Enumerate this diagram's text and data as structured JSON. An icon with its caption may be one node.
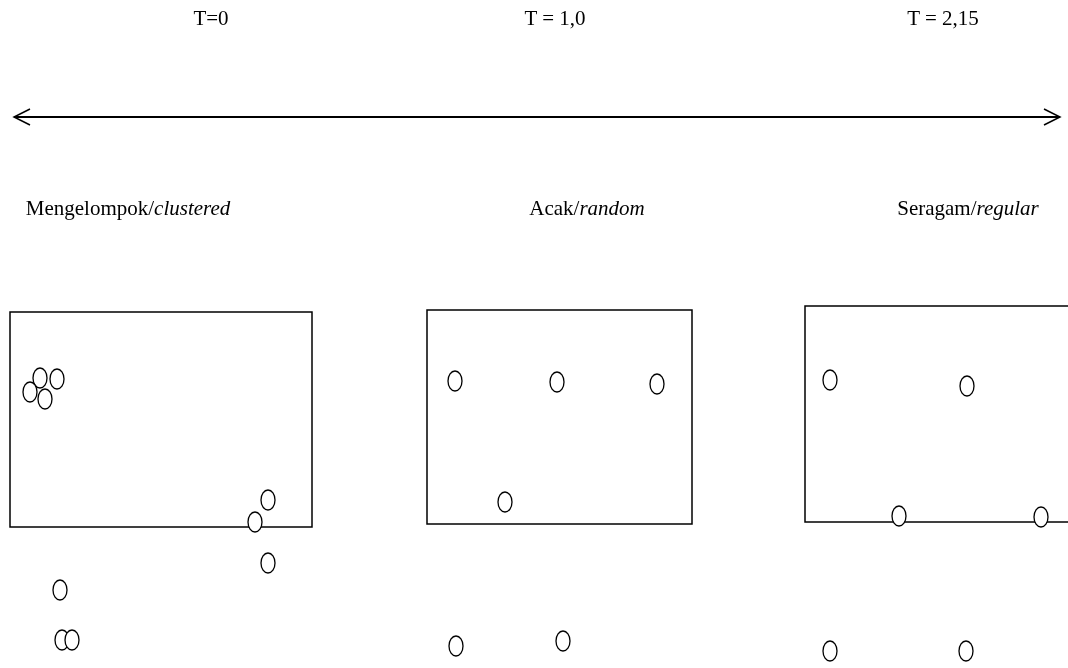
{
  "diagram": {
    "labels": [
      "T=0",
      "T = 1,0",
      "T = 2,15",
      "Mengelompok/*clustered*",
      "Acak/*random*",
      "Seragam/*regular*"
    ]
  }
}
